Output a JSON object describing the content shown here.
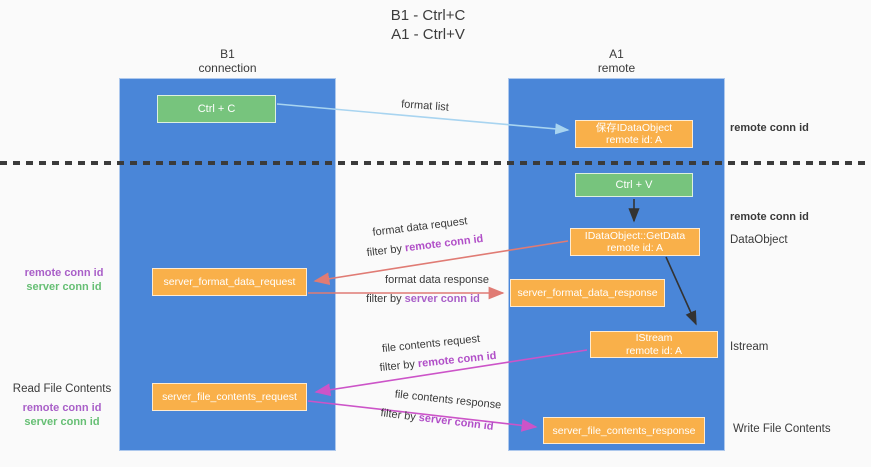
{
  "title": {
    "line1": "B1 - Ctrl+C",
    "line2": "A1 - Ctrl+V"
  },
  "lanes": {
    "b1": {
      "title": "B1",
      "subtitle": "connection"
    },
    "a1": {
      "title": "A1",
      "subtitle": "remote"
    }
  },
  "nodes": {
    "ctrl_c": "Ctrl + C",
    "ctrl_v": "Ctrl + V",
    "save_idataobject": {
      "line1": "保存IDataObject",
      "line2": "remote id: A"
    },
    "getdata": {
      "line1": "IDataObject::GetData",
      "line2": "remote id: A"
    },
    "istream": {
      "line1": "IStream",
      "line2": "remote id: A"
    },
    "server_format_data_request": "server_format_data_request",
    "server_format_data_response": "server_format_data_response",
    "server_file_contents_request": "server_file_contents_request",
    "server_file_contents_response": "server_file_contents_response"
  },
  "flow_labels": {
    "format_list": "format list",
    "format_data_request": "format data request",
    "format_data_response": "format data response",
    "file_contents_request": "file contents request",
    "file_contents_response": "file contents response",
    "filter_by_prefix": "filter by ",
    "remote_conn_id": "remote conn id",
    "server_conn_id": "server conn id"
  },
  "side_labels": {
    "right_remote_conn_id_top": "remote conn id",
    "right_remote_conn_id_mid": "remote conn id",
    "right_dataobject": "DataObject",
    "right_istream": "Istream",
    "right_write_file_contents": "Write File Contents",
    "left_remote_conn_id_1": "remote conn id",
    "left_server_conn_id_1": "server conn id",
    "left_read_file_contents": "Read File Contents",
    "left_remote_conn_id_2": "remote conn id",
    "left_server_conn_id_2": "server conn id"
  },
  "colors": {
    "lane_blue": "#4a86d8",
    "box_green": "#77c47d",
    "box_orange": "#f9b04a",
    "arrow_blue": "#a8d4f0",
    "arrow_red": "#e07b74",
    "arrow_magenta": "#cc54c8",
    "arrow_black": "#333333",
    "label_purple": "#a95fc8",
    "label_green": "#66bf74"
  }
}
